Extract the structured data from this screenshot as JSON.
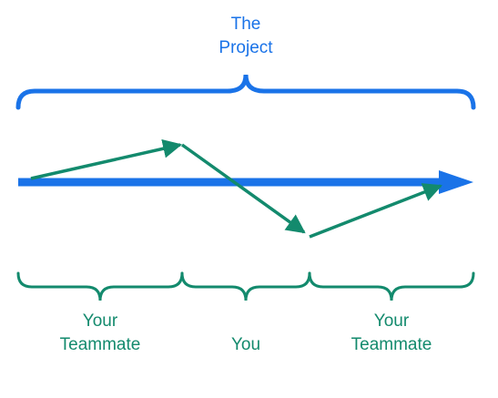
{
  "colors": {
    "project_blue": "#1a73e8",
    "team_green": "#138a6d",
    "background": "#ffffff"
  },
  "project": {
    "title_line1": "The",
    "title_line2": "Project"
  },
  "segments": [
    {
      "line1": "Your",
      "line2": "Teammate"
    },
    {
      "line1": "",
      "line2": "You"
    },
    {
      "line1": "Your",
      "line2": "Teammate"
    }
  ]
}
